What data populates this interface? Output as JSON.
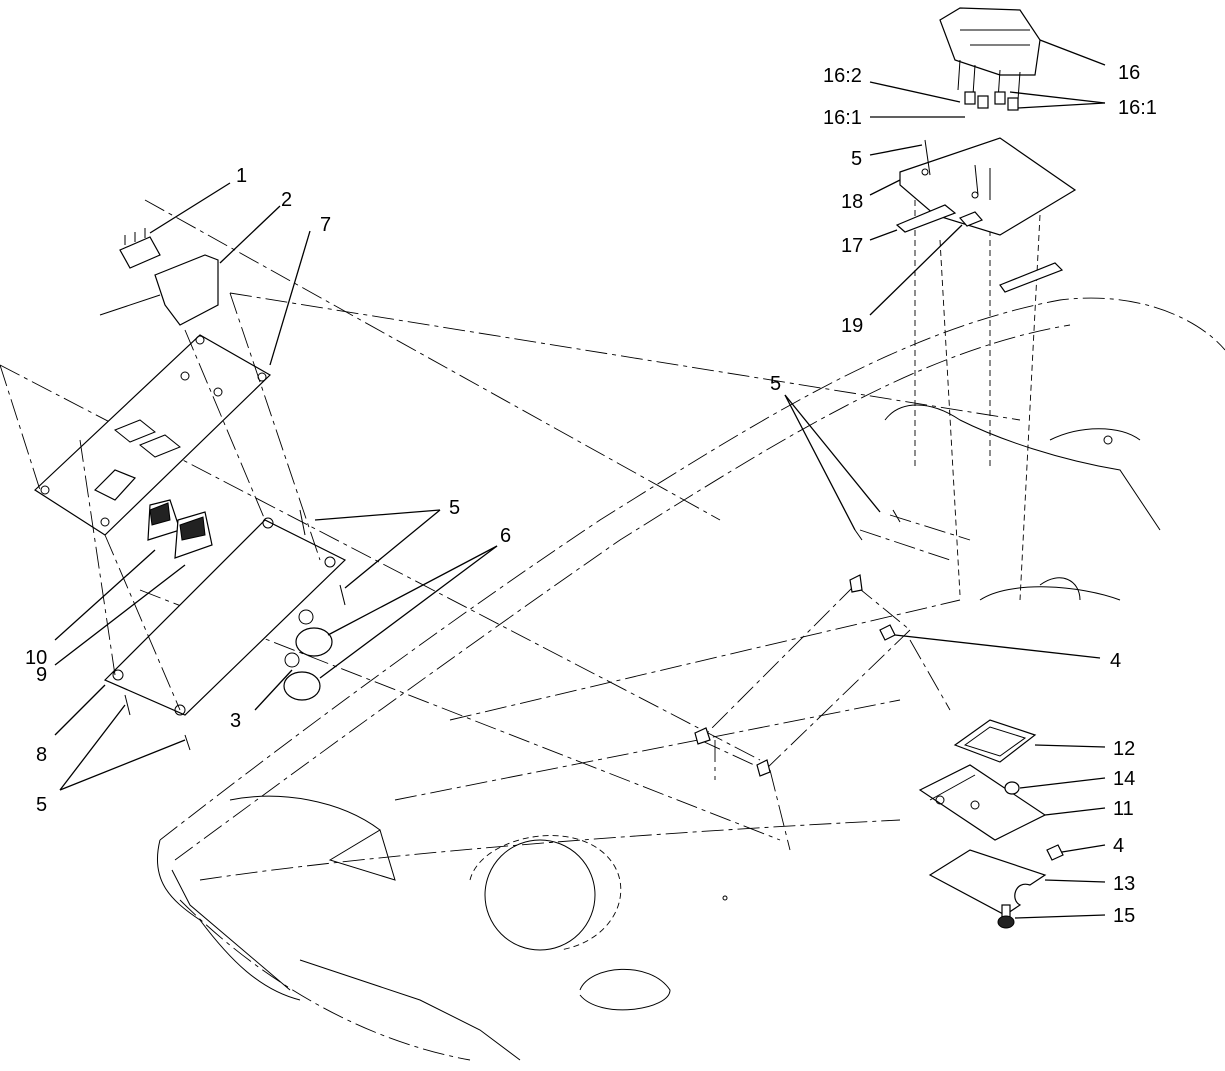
{
  "callouts": {
    "c1": "1",
    "c2": "2",
    "c7": "7",
    "c5_mid": "5",
    "c6": "6",
    "c10": "10",
    "c9": "9",
    "c3": "3",
    "c8": "8",
    "c5_bottom": "5",
    "c16": "16",
    "c16_2": "16:2",
    "c16_1_left": "16:1",
    "c16_1_right": "16:1",
    "c5_top": "5",
    "c18": "18",
    "c17": "17",
    "c19": "19",
    "c5_center": "5",
    "c4_mid": "4",
    "c12": "12",
    "c14": "14",
    "c11": "11",
    "c4_low": "4",
    "c13": "13",
    "c15": "15"
  }
}
